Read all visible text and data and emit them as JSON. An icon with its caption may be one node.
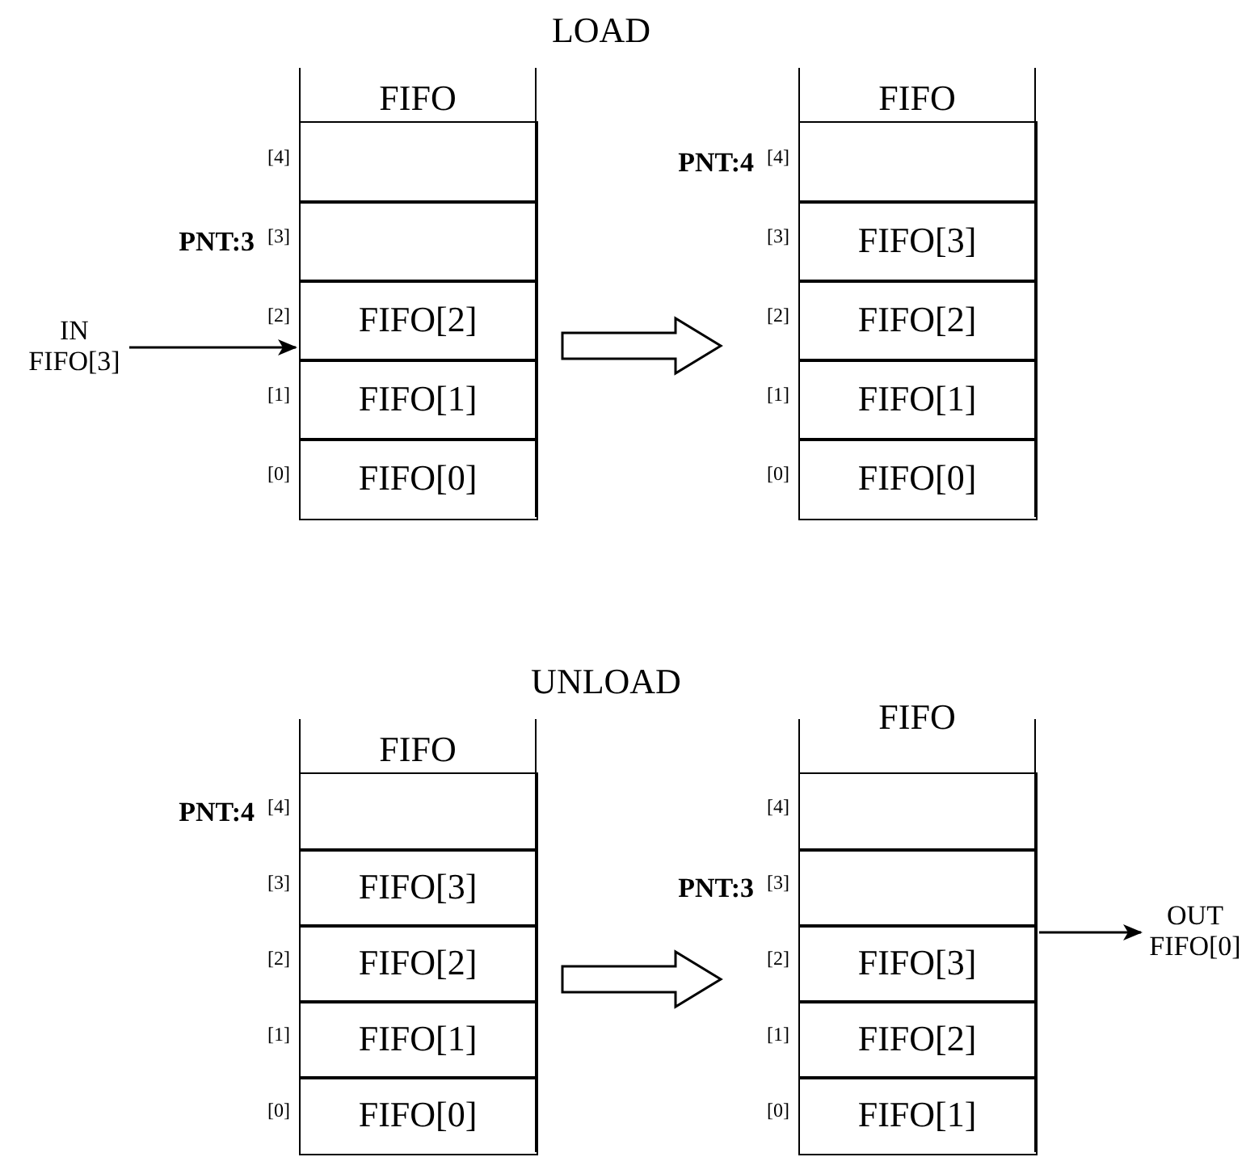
{
  "diagram": {
    "nodes": [
      {
        "text": [
          "FIFO"
        ]
      },
      {
        "text": [],
        "shape": "box",
        "in": 0,
        "beside": [
          "[4]"
        ]
      },
      {
        "text": [],
        "shape": "box",
        "in": 0,
        "beside": [
          "PNT:3",
          "[3]"
        ]
      },
      {
        "text": [
          "FIFO[2]"
        ],
        "in": 0,
        "beside": [
          "[2]"
        ]
      },
      {
        "text": [
          "FIFO[1]"
        ],
        "in": 0,
        "beside": [
          "[1]"
        ]
      },
      {
        "text": [
          "FIFO[0]"
        ],
        "in": 0,
        "beside": [
          "[0]"
        ]
      },
      {
        "text": [
          "FIFO"
        ]
      },
      {
        "text": [],
        "shape": "box",
        "in": 6,
        "beside": [
          "PNT:4",
          "[4]"
        ]
      },
      {
        "text": [
          "FIFO[3]"
        ],
        "in": 6,
        "beside": [
          "[3]"
        ]
      },
      {
        "text": [
          "FIFO[2]"
        ],
        "in": 6,
        "beside": [
          "[2]"
        ]
      },
      {
        "text": [
          "FIFO[1]"
        ],
        "in": 6,
        "beside": [
          "[1]"
        ]
      },
      {
        "text": [
          "FIFO[0]"
        ],
        "in": 6,
        "beside": [
          "[0]"
        ]
      },
      {
        "text": [
          "IN FIFO[3]"
        ]
      },
      {
        "text": [
          "FIFO"
        ]
      },
      {
        "text": [],
        "shape": "box",
        "in": 13,
        "beside": [
          "PNT:4",
          "[4]"
        ]
      },
      {
        "text": [
          "FIFO[3]"
        ],
        "in": 13,
        "beside": [
          "[3]"
        ]
      },
      {
        "text": [
          "FIFO[2]"
        ],
        "in": 13,
        "beside": [
          "[2]"
        ]
      },
      {
        "text": [
          "FIFO[1]"
        ],
        "in": 13,
        "beside": [
          "[1]"
        ]
      },
      {
        "text": [
          "FIFO[0]"
        ],
        "in": 13,
        "beside": [
          "[0]"
        ]
      },
      {
        "text": [
          "FIFO"
        ]
      },
      {
        "text": [],
        "shape": "box",
        "in": 19,
        "beside": [
          "[4]"
        ]
      },
      {
        "text": [],
        "shape": "box",
        "in": 19,
        "beside": [
          "PNT:3",
          "[3]"
        ]
      },
      {
        "text": [
          "FIFO[3]"
        ],
        "in": 19,
        "beside": [
          "[2]"
        ]
      },
      {
        "text": [
          "FIFO[2]"
        ],
        "in": 19,
        "beside": [
          "[1]"
        ]
      },
      {
        "text": [
          "FIFO[1]"
        ],
        "in": 19,
        "beside": [
          "[0]"
        ]
      },
      {
        "text": [
          "OUT FIFO[0]"
        ]
      }
    ],
    "edges": [
      {
        "from": 12,
        "to": 0,
        "arrow": "to"
      },
      {
        "from": 0,
        "to": 6,
        "arrow": "to",
        "style": "thick"
      },
      {
        "from": 13,
        "to": 19,
        "arrow": "to",
        "style": "thick"
      },
      {
        "from": 19,
        "to": 25,
        "arrow": "to"
      }
    ],
    "labels": [
      "LOAD",
      "UNLOAD"
    ]
  }
}
